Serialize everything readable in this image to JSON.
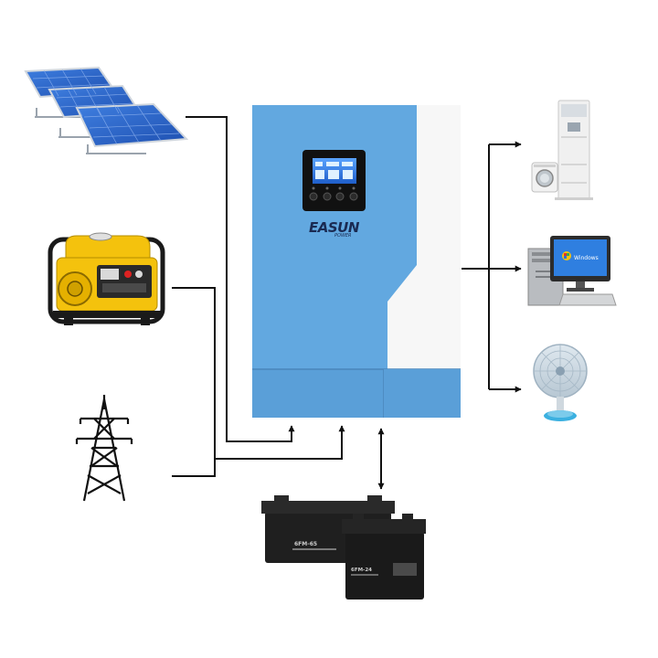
{
  "colors": {
    "inverter_blue": "#62a8e0",
    "inverter_white": "#f7f7f7",
    "wire": "#111111",
    "battery": "#1f1f1f",
    "solar_cell": "#2c63c4",
    "generator": "#f4c20d"
  },
  "inverter": {
    "brand_main": "EASUN",
    "brand_sub": "POWER"
  },
  "batteries": {
    "large_model": "6FM-65",
    "small_model": "6FM-24"
  },
  "computer": {
    "os_label": "Windows"
  },
  "icons": {
    "sources": [
      "solar-panels-icon",
      "generator-icon",
      "power-pylon-icon"
    ],
    "loads": [
      "air-conditioner-icon",
      "computer-icon",
      "fan-icon"
    ],
    "storage": [
      "battery-icon"
    ]
  }
}
